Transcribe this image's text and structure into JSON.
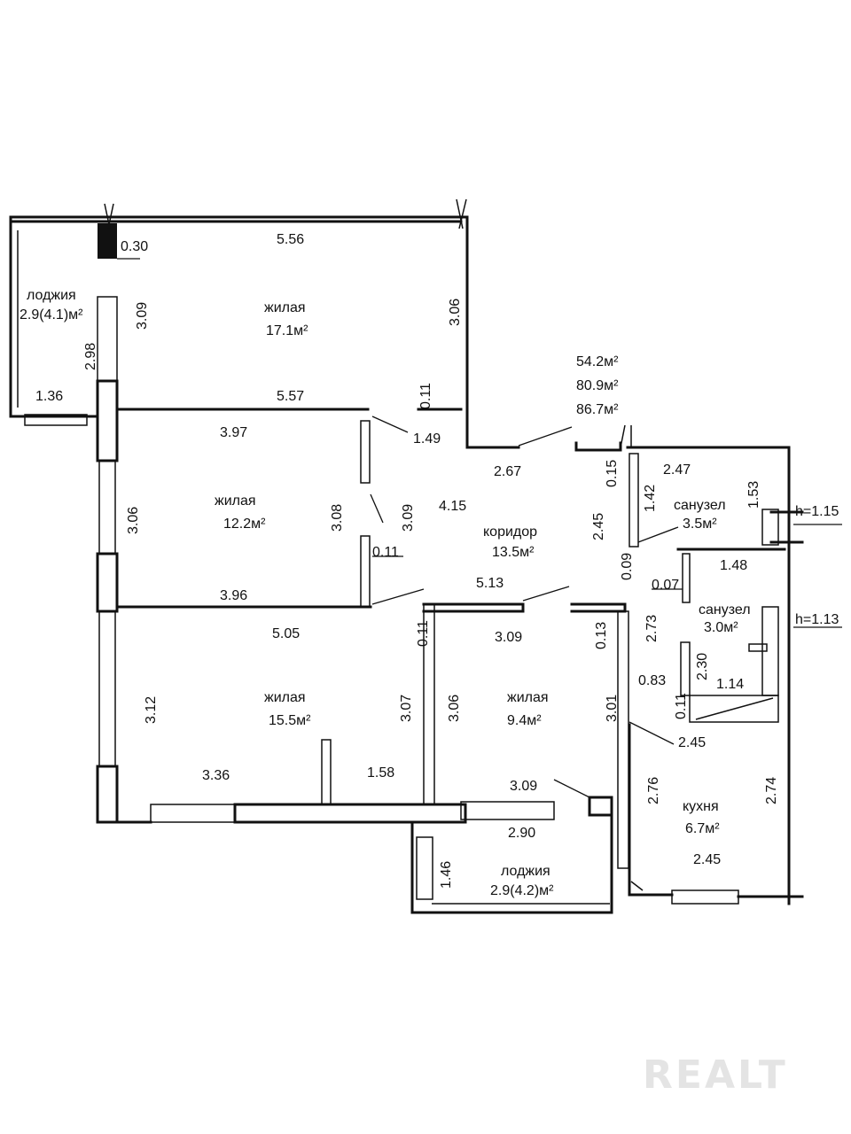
{
  "totals": {
    "living": "54.2м²",
    "total": "80.9м²",
    "total_with_loggias": "86.7м²"
  },
  "rooms": {
    "loggia_top": {
      "name": "лоджия",
      "area": "2.9(4.1)м²"
    },
    "living_17": {
      "name": "жилая",
      "area": "17.1м²"
    },
    "living_12": {
      "name": "жилая",
      "area": "12.2м²"
    },
    "corridor": {
      "name": "коридор",
      "area": "13.5м²"
    },
    "living_15": {
      "name": "жилая",
      "area": "15.5м²"
    },
    "living_9": {
      "name": "жилая",
      "area": "9.4м²"
    },
    "loggia_bottom": {
      "name": "лоджия",
      "area": "2.9(4.2)м²"
    },
    "bath_1": {
      "name": "санузел",
      "area": "3.5м²"
    },
    "bath_2": {
      "name": "санузел",
      "area": "3.0м²"
    },
    "kitchen": {
      "name": "кухня",
      "area": "6.7м²"
    }
  },
  "dims": {
    "d_556": "5.56",
    "d_030": "0.30",
    "d_309a": "3.09",
    "d_306a": "3.06",
    "d_298": "2.98",
    "d_136": "1.36",
    "d_011a": "0.11",
    "d_557": "5.57",
    "d_397": "3.97",
    "d_149": "1.49",
    "d_267": "2.67",
    "d_306b": "3.06",
    "d_308": "3.08",
    "d_309b": "3.09",
    "d_415": "4.15",
    "d_011b": "0.11",
    "d_396": "3.96",
    "d_513": "5.13",
    "d_245a": "2.45",
    "d_015": "0.15",
    "d_247": "2.47",
    "d_142": "1.42",
    "d_153": "1.53",
    "d_009": "0.09",
    "d_148": "1.48",
    "d_007": "0.07",
    "d_h115": "h=1.15",
    "d_h113": "h=1.13",
    "d_505": "5.05",
    "d_011c": "0.11",
    "d_309c": "3.09",
    "d_013": "0.13",
    "d_273": "2.73",
    "d_230": "2.30",
    "d_114": "1.14",
    "d_083": "0.83",
    "d_011d": "0.11",
    "d_312": "3.12",
    "d_307": "3.07",
    "d_306c": "3.06",
    "d_301": "3.01",
    "d_245b": "2.45",
    "d_336": "3.36",
    "d_158": "1.58",
    "d_309d": "3.09",
    "d_276": "2.76",
    "d_274": "2.74",
    "d_290": "2.90",
    "d_146": "1.46",
    "d_245c": "2.45"
  },
  "watermark": "REALT"
}
